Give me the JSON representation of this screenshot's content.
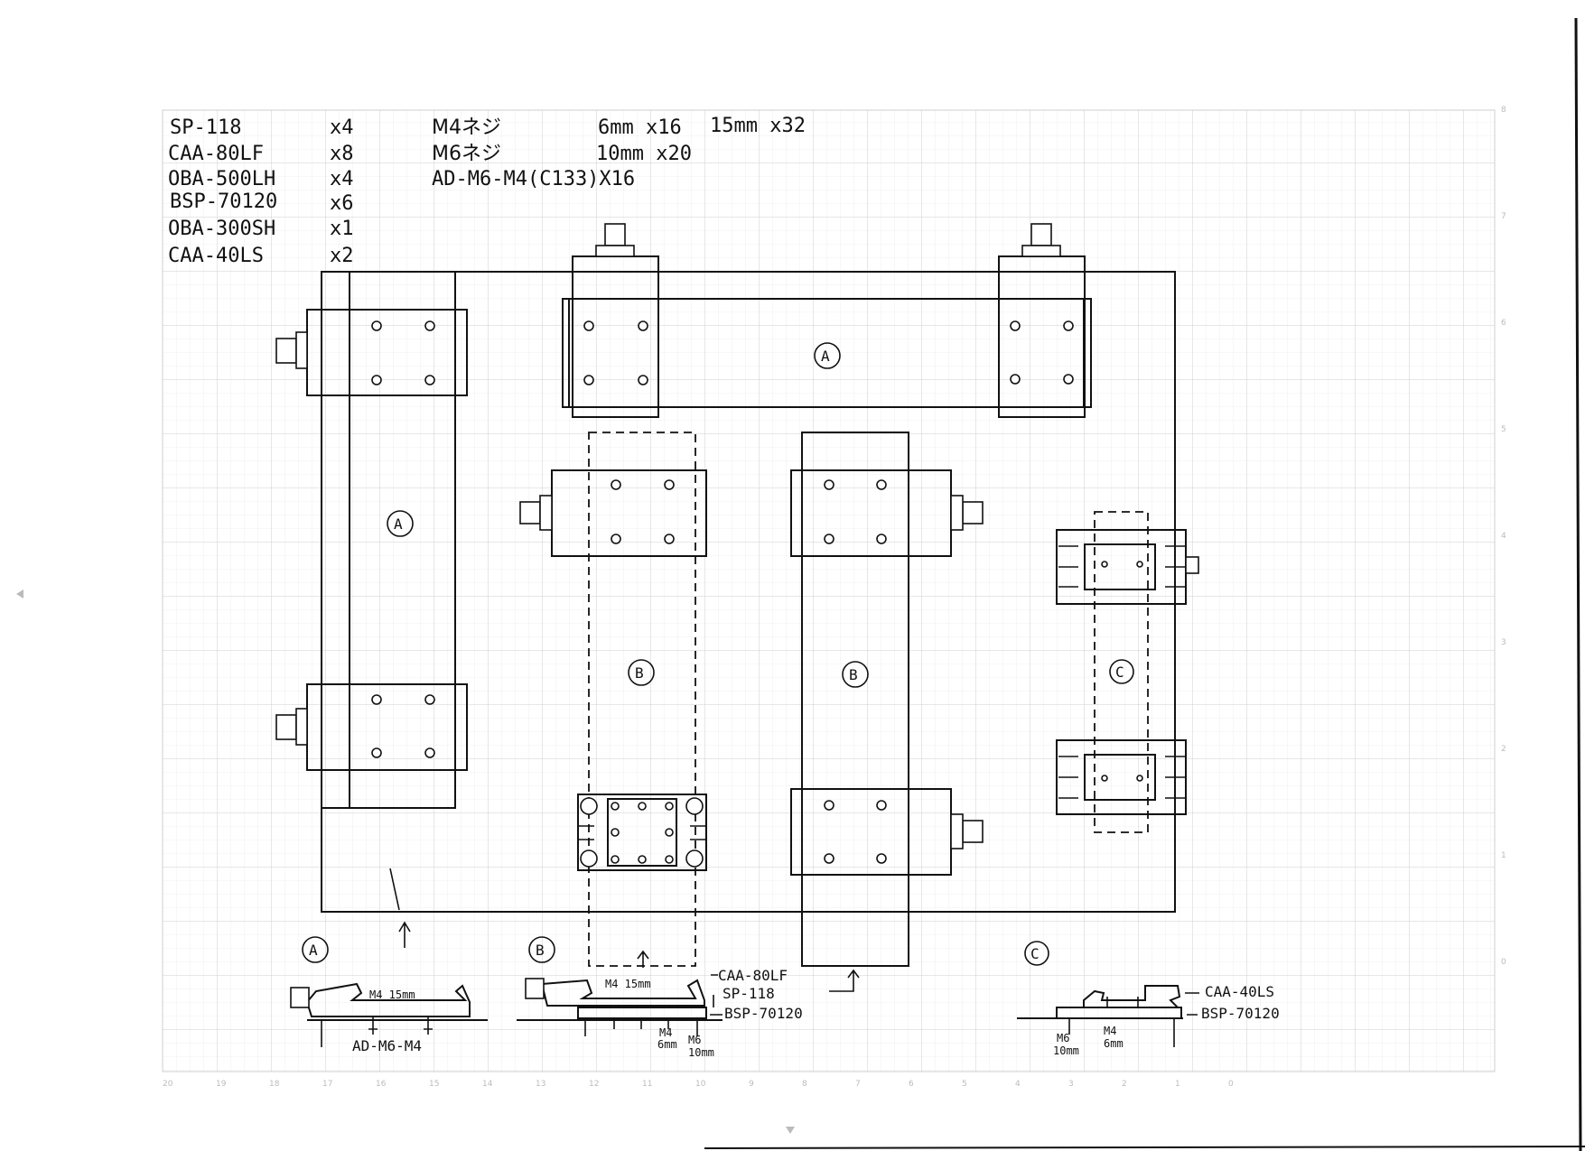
{
  "parts_list": [
    {
      "part": "SP-118",
      "qty": "x4"
    },
    {
      "part": "CAA-80LF",
      "qty": "x8"
    },
    {
      "part": "OBA-500LH",
      "qty": "x4"
    },
    {
      "part": "BSP-70120",
      "qty": "x6"
    },
    {
      "part": "OBA-300SH",
      "qty": "x1"
    },
    {
      "part": "CAA-40LS",
      "qty": "x2"
    }
  ],
  "screws": [
    {
      "name": "M4ネジ",
      "spec": "6mm x16",
      "extra": "15mm x32"
    },
    {
      "name": "M6ネジ",
      "spec": "10mm x20",
      "extra": ""
    }
  ],
  "adapter": "AD-M6-M4(C133)X16",
  "markers": {
    "a": "A",
    "b": "B",
    "c": "C"
  },
  "section_a": {
    "marker": "A",
    "screw_label": "M4 15mm",
    "adapter_label": "AD-M6-M4"
  },
  "section_b": {
    "marker": "B",
    "screw_label": "M4 15mm",
    "label_1": "CAA-80LF",
    "label_2": "SP-118",
    "label_3": "BSP-70120",
    "m4_label": "M4",
    "m4_len": "6mm",
    "m6_label": "M6",
    "m6_len": "10mm"
  },
  "section_c": {
    "marker": "C",
    "label_1": "CAA-40LS",
    "label_2": "BSP-70120",
    "m6_label": "M6",
    "m6_len": "10mm",
    "m4_label": "M4",
    "m4_len": "6mm"
  },
  "footer_ticks": [
    "20",
    "19",
    "18",
    "17",
    "16",
    "15",
    "14",
    "13",
    "12",
    "11",
    "10",
    "9",
    "8",
    "7",
    "6",
    "5",
    "4",
    "3",
    "2",
    "1",
    "0"
  ],
  "side_ticks": [
    "8",
    "7",
    "6",
    "5",
    "4",
    "3",
    "2",
    "1",
    "0"
  ]
}
